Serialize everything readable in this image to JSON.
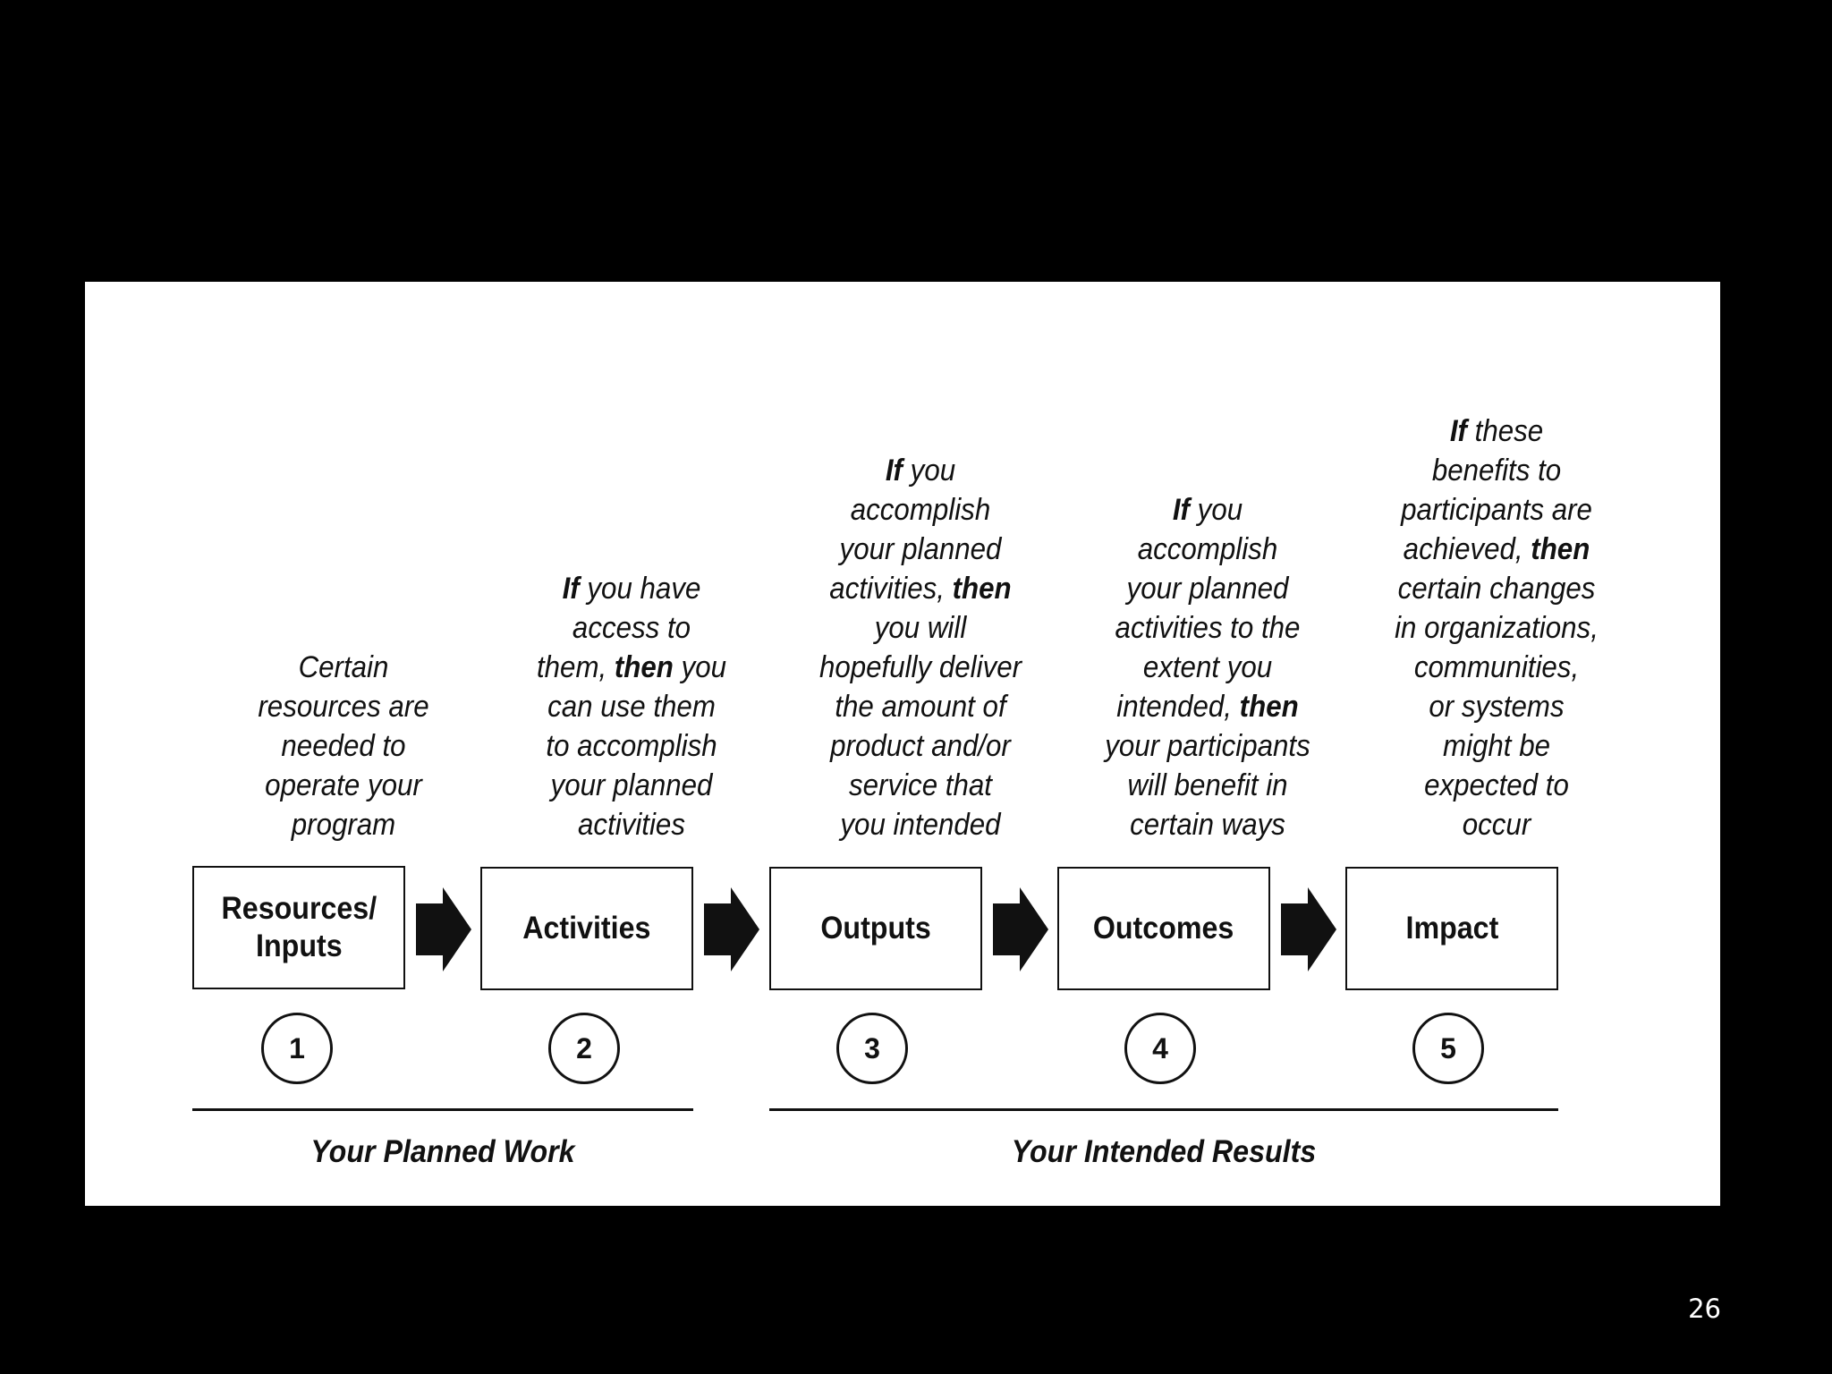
{
  "page_number": "26",
  "steps": [
    {
      "number": "1",
      "label": "Resources/\nInputs",
      "description": [
        [
          {
            "t": "Certain",
            "b": false
          }
        ],
        [
          {
            "t": "resources are",
            "b": false
          }
        ],
        [
          {
            "t": "needed to",
            "b": false
          }
        ],
        [
          {
            "t": "operate your",
            "b": false
          }
        ],
        [
          {
            "t": "program",
            "b": false
          }
        ]
      ]
    },
    {
      "number": "2",
      "label": "Activities",
      "description": [
        [
          {
            "t": "If",
            "b": true
          },
          {
            "t": " you have",
            "b": false
          }
        ],
        [
          {
            "t": "access to",
            "b": false
          }
        ],
        [
          {
            "t": "them, ",
            "b": false
          },
          {
            "t": "then",
            "b": true
          },
          {
            "t": " you",
            "b": false
          }
        ],
        [
          {
            "t": "can use them",
            "b": false
          }
        ],
        [
          {
            "t": "to accomplish",
            "b": false
          }
        ],
        [
          {
            "t": "your planned",
            "b": false
          }
        ],
        [
          {
            "t": "activities",
            "b": false
          }
        ]
      ]
    },
    {
      "number": "3",
      "label": "Outputs",
      "description": [
        [
          {
            "t": "If",
            "b": true
          },
          {
            "t": " you",
            "b": false
          }
        ],
        [
          {
            "t": "accomplish",
            "b": false
          }
        ],
        [
          {
            "t": "your planned",
            "b": false
          }
        ],
        [
          {
            "t": "activities, ",
            "b": false
          },
          {
            "t": "then",
            "b": true
          }
        ],
        [
          {
            "t": "you will",
            "b": false
          }
        ],
        [
          {
            "t": "hopefully deliver",
            "b": false
          }
        ],
        [
          {
            "t": "the amount of",
            "b": false
          }
        ],
        [
          {
            "t": "product and/or",
            "b": false
          }
        ],
        [
          {
            "t": "service that",
            "b": false
          }
        ],
        [
          {
            "t": "you intended",
            "b": false
          }
        ]
      ]
    },
    {
      "number": "4",
      "label": "Outcomes",
      "description": [
        [
          {
            "t": "If",
            "b": true
          },
          {
            "t": " you",
            "b": false
          }
        ],
        [
          {
            "t": "accomplish",
            "b": false
          }
        ],
        [
          {
            "t": "your planned",
            "b": false
          }
        ],
        [
          {
            "t": "activities to the",
            "b": false
          }
        ],
        [
          {
            "t": "extent you",
            "b": false
          }
        ],
        [
          {
            "t": "intended, ",
            "b": false
          },
          {
            "t": "then",
            "b": true
          }
        ],
        [
          {
            "t": "your participants",
            "b": false
          }
        ],
        [
          {
            "t": "will benefit in",
            "b": false
          }
        ],
        [
          {
            "t": "certain ways",
            "b": false
          }
        ]
      ]
    },
    {
      "number": "5",
      "label": "Impact",
      "description": [
        [
          {
            "t": "If",
            "b": true
          },
          {
            "t": " these",
            "b": false
          }
        ],
        [
          {
            "t": "benefits to",
            "b": false
          }
        ],
        [
          {
            "t": "participants are",
            "b": false
          }
        ],
        [
          {
            "t": "achieved, ",
            "b": false
          },
          {
            "t": "then",
            "b": true
          }
        ],
        [
          {
            "t": "certain changes",
            "b": false
          }
        ],
        [
          {
            "t": "in organizations,",
            "b": false
          }
        ],
        [
          {
            "t": "communities,",
            "b": false
          }
        ],
        [
          {
            "t": "or systems",
            "b": false
          }
        ],
        [
          {
            "t": "might be",
            "b": false
          }
        ],
        [
          {
            "t": "expected to",
            "b": false
          }
        ],
        [
          {
            "t": "occur",
            "b": false
          }
        ]
      ]
    }
  ],
  "groups": [
    {
      "label": "Your Planned Work"
    },
    {
      "label": "Your Intended Results"
    }
  ],
  "colors": {
    "background": "#000000",
    "panel": "#ffffff",
    "ink": "#111111"
  }
}
